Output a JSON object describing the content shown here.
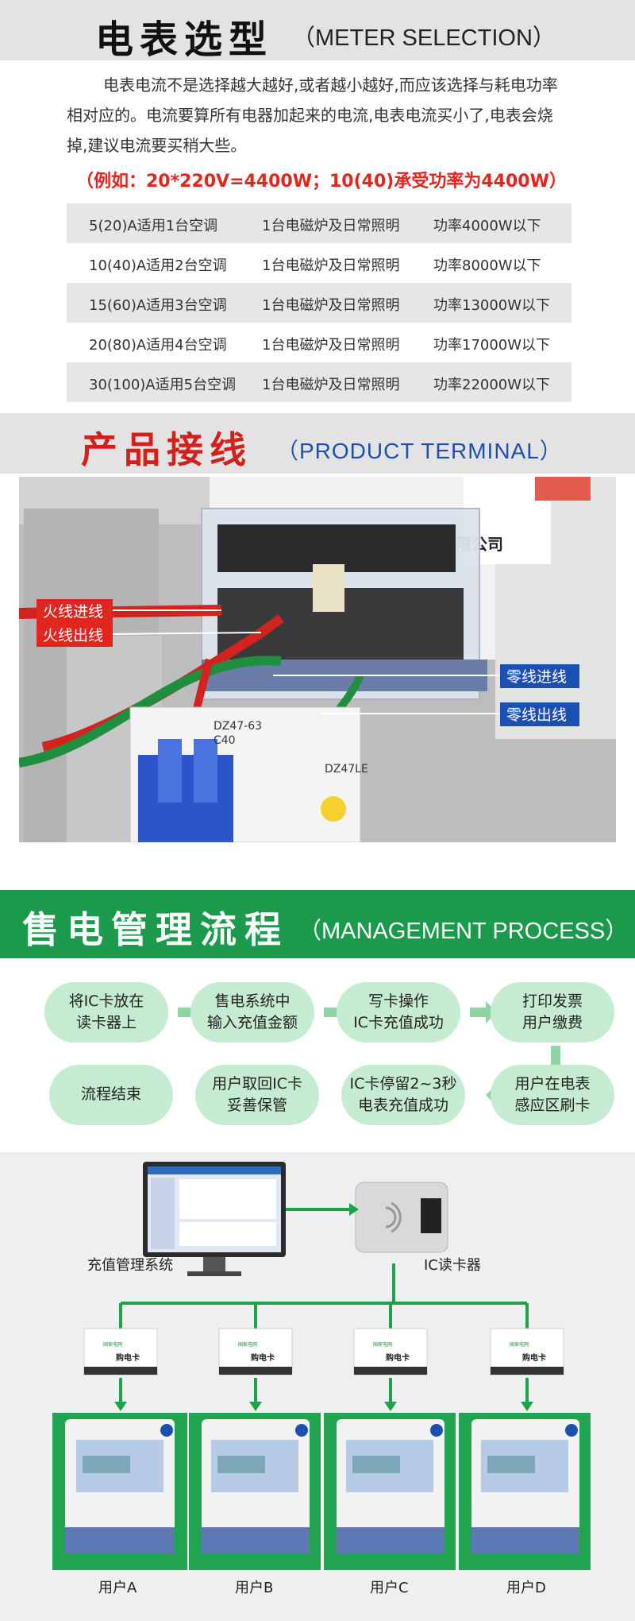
{
  "meter_selection": {
    "title_zh": "电表选型",
    "title_en": "（METER SELECTION）",
    "intro": "电表电流不是选择越大越好,或者越小越好,而应该选择与耗电功率相对应的。电流要算所有电器加起来的电流,电表电流买小了,电表会烧掉,建议电流要买稍大些。",
    "example": "（例如：20*220V=4400W；10(40)承受功率为4400W）",
    "rows": [
      {
        "c1": "5(20)A适用1台空调",
        "c2": "1台电磁炉及日常照明",
        "c3": "功率4000W以下"
      },
      {
        "c1": "10(40)A适用2台空调",
        "c2": "1台电磁炉及日常照明",
        "c3": "功率8000W以下"
      },
      {
        "c1": "15(60)A适用3台空调",
        "c2": "1台电磁炉及日常照明",
        "c3": "功率13000W以下"
      },
      {
        "c1": "20(80)A适用4台空调",
        "c2": "1台电磁炉及日常照明",
        "c3": "功率17000W以下"
      },
      {
        "c1": "30(100)A适用5台空调",
        "c2": "1台电磁炉及日常照明",
        "c3": "功率22000W以下"
      }
    ]
  },
  "product_terminal": {
    "title_zh": "产品接线",
    "title_en": "（PRODUCT  TERMINAL）",
    "labels": {
      "live_in": "火线进线",
      "live_out": "火线出线",
      "neutral_in": "零线进线",
      "neutral_out": "零线出线"
    },
    "breaker_text": "DZ47-63",
    "breaker_c": "C40",
    "breaker_le": "DZ47LE",
    "meter_company": "技发展有限公司",
    "colors": {
      "live": "#e0261f",
      "neutral": "#1d4fb0"
    }
  },
  "management_process": {
    "title_zh": "售电管理流程",
    "title_en": "（MANAGEMENT PROCESS）",
    "steps": [
      {
        "l1": "将IC卡放在",
        "l2": "读卡器上"
      },
      {
        "l1": "售电系统中",
        "l2": "输入充值金额"
      },
      {
        "l1": "写卡操作",
        "l2": "IC卡充值成功"
      },
      {
        "l1": "打印发票",
        "l2": "用户缴费"
      },
      {
        "l1": "用户在电表",
        "l2": "感应区刷卡"
      },
      {
        "l1": "IC卡停留2~3秒",
        "l2": "电表充值成功"
      },
      {
        "l1": "用户取回IC卡",
        "l2": "妥善保管"
      },
      {
        "l1": "流程结束",
        "l2": ""
      }
    ],
    "colors": {
      "header": "#1b9a4b",
      "box": "#c5ecd1",
      "arrow": "#8fd4a4"
    }
  },
  "system": {
    "pc_label": "充值管理系统",
    "reader_label": "IC读卡器",
    "card_title": "购电卡",
    "card_brand": "国家电网",
    "users": [
      "用户A",
      "用户B",
      "用户C",
      "用户D"
    ],
    "colors": {
      "line": "#1fa04d",
      "panel": "#22a34f"
    }
  }
}
